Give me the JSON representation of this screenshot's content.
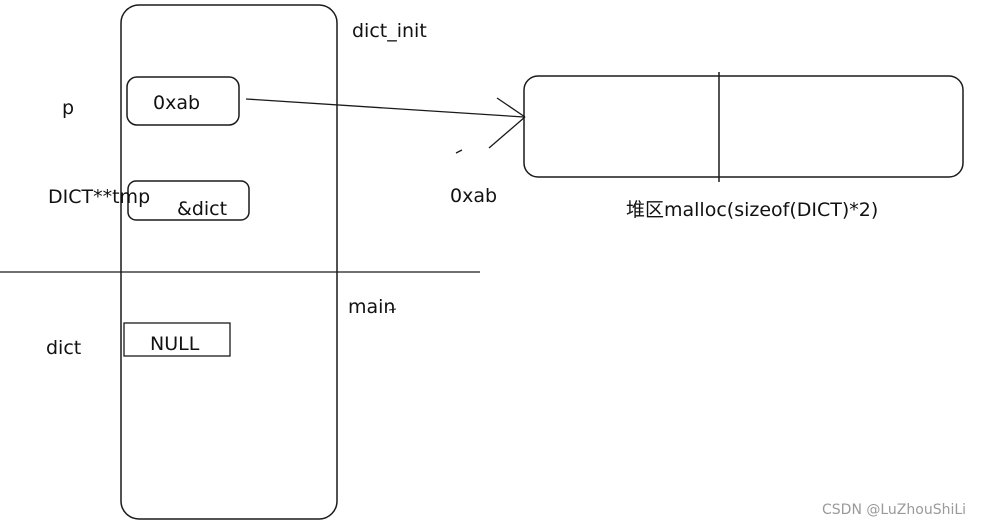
{
  "stack_frames": {
    "upper": "dict_init",
    "lower": "main"
  },
  "variables": {
    "p": {
      "name": "p",
      "value": "0xab"
    },
    "tmp": {
      "name": "DICT**tmp",
      "value": "&dict"
    },
    "dict": {
      "name": "dict",
      "value": "NULL"
    }
  },
  "heap": {
    "address": "0xab",
    "caption": "堆区malloc(sizeof(DICT)*2)"
  },
  "watermark": "CSDN @LuZhouShiLi"
}
